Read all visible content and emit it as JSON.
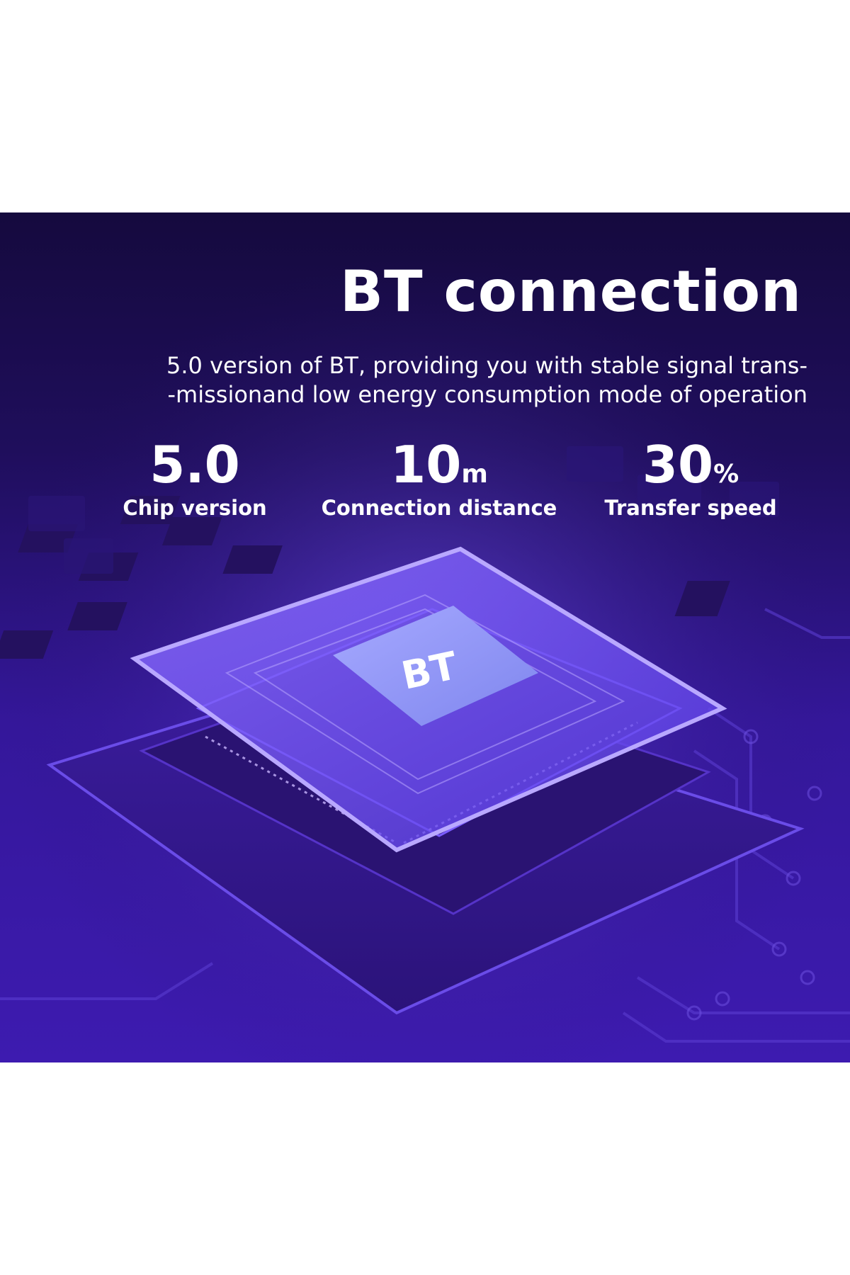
{
  "banner": {
    "title": "BT connection",
    "subtitle_lines": [
      "5.0 version of BT, providing you with stable signal trans-",
      "-missionand low energy consumption mode of operation"
    ],
    "stats": [
      {
        "value": "5.0",
        "unit": "",
        "label": "Chip version"
      },
      {
        "value": "10",
        "unit": "m",
        "label": "Connection distance"
      },
      {
        "value": "30",
        "unit": "%",
        "label": "Transfer speed"
      }
    ],
    "chip_text": "BT"
  },
  "colors": {
    "background_top": "#150a3e",
    "background_bottom": "#3d1bb0",
    "chip_glass": "#6f4cff",
    "chip_core": "#8a90f0",
    "text": "#ffffff"
  }
}
